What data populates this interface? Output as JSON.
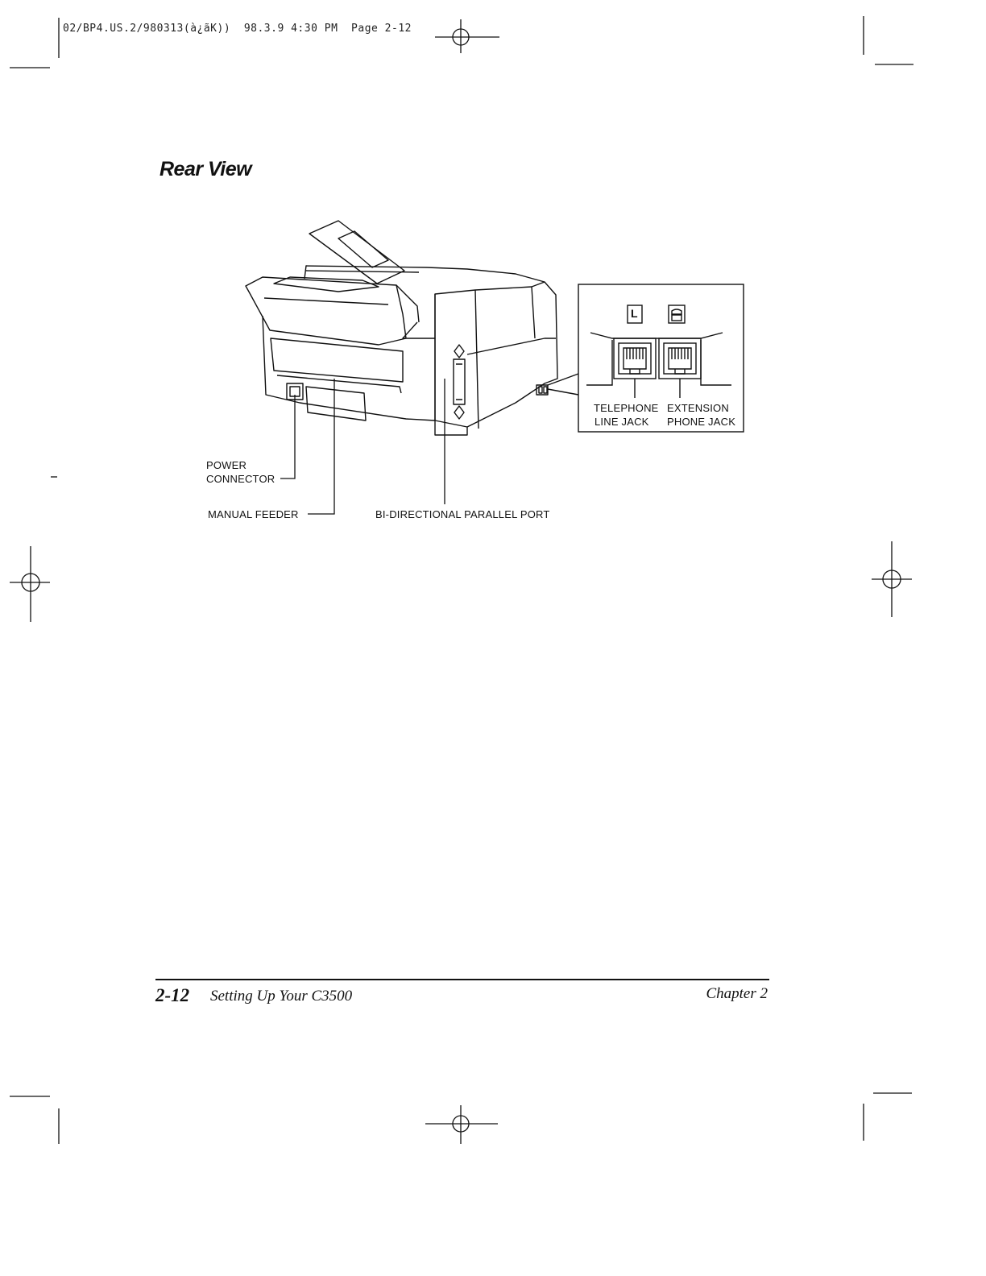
{
  "header": {
    "slug": "02/BP4.US.2/980313(à¿ãK))  98.3.9 4:30 PM  Page 2-12"
  },
  "section": {
    "title": "Rear View"
  },
  "figure": {
    "callouts": {
      "telephone_line_jack": [
        "TELEPHONE",
        "LINE JACK"
      ],
      "extension_phone_jack": [
        "EXTENSION",
        "PHONE JACK"
      ],
      "power_connector": [
        "POWER",
        "CONNECTOR"
      ],
      "manual_feeder": "MANUAL FEEDER",
      "parallel_port": "BI-DIRECTIONAL PARALLEL PORT"
    },
    "icons": {
      "line_jack_icon": "L",
      "extension_jack_icon": "phone-handset-icon"
    }
  },
  "footer": {
    "page_number": "2-12",
    "running_title": "Setting Up Your C3500",
    "chapter": "Chapter 2"
  }
}
